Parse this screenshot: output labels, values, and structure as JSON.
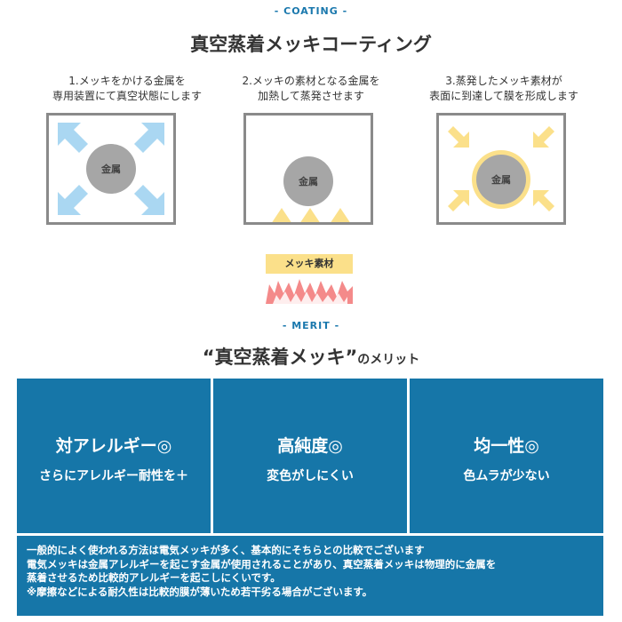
{
  "coating": {
    "section_label": "- COATING -",
    "title": "真空蒸着メッキコーティング",
    "steps": [
      {
        "line1": "1.メッキをかける金属を",
        "line2": "専用装置にて真空状態にします"
      },
      {
        "line1": "2.メッキの素材となる金属を",
        "line2": "加熱して蒸発させます"
      },
      {
        "line1": "3.蒸発したメッキ素材が",
        "line2": "表面に到達して膜を形成します"
      }
    ],
    "metal_label": "金属",
    "material_label": "メッキ素材",
    "colors": {
      "arrow_blue": "#aad7f2",
      "arrow_yellow": "#fbe08a",
      "flame": "#f48a8a",
      "box_border": "#8a8a8a",
      "metal": "#a6a6a6"
    }
  },
  "merit": {
    "section_label": "- MERIT -",
    "title_main": "“真空蒸着メッキ”",
    "title_suffix": "のメリット",
    "items": [
      {
        "heading": "対アレルギー◎",
        "sub": "さらにアレルギー耐性を＋"
      },
      {
        "heading": "高純度◎",
        "sub": "変色がしにくい"
      },
      {
        "heading": "均一性◎",
        "sub": "色ムラが少ない"
      }
    ],
    "notes": [
      "一般的によく使われる方法は電気メッキが多く、基本的にそちらとの比較でございます",
      "電気メッキは金属アレルギーを起こす金属が使用されることがあり、真空蒸着メッキは物理的に金属を",
      "蒸着させるため比較的アレルギーを起こしにくいです。",
      "※摩擦などによる耐久性は比較的膜が薄いため若干劣る場合がございます。"
    ],
    "colors": {
      "panel": "#1676a8",
      "label": "#1a78ad"
    }
  }
}
